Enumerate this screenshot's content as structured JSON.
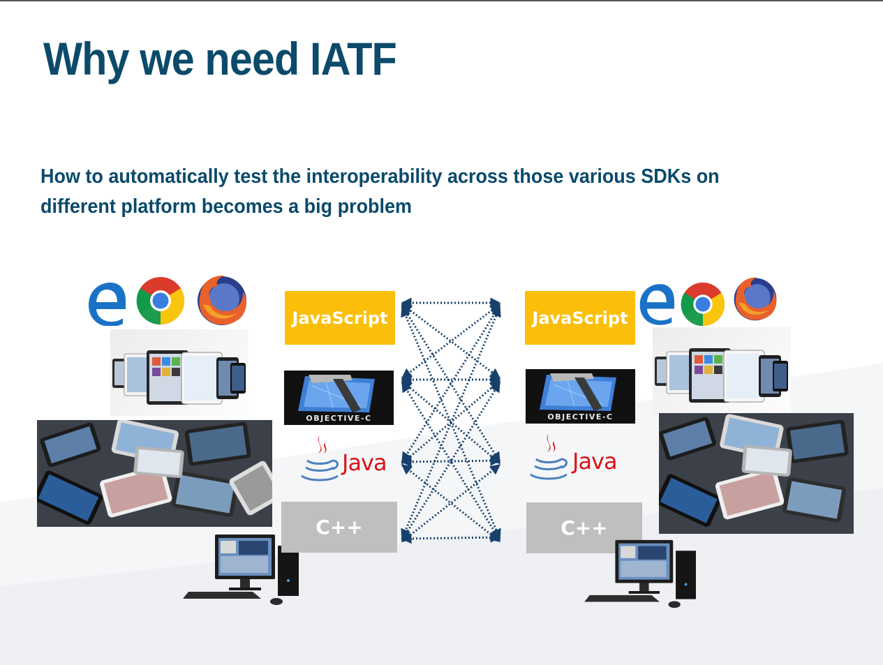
{
  "slide": {
    "title": "Why we need IATF",
    "subtitle": "How to automatically test the interoperability across those various SDKs on different platform becomes a big problem"
  },
  "languages": {
    "javascript": "JavaScript",
    "objective_c": "OBJECTIVE-C",
    "java": "Java",
    "cpp": "C++"
  },
  "colors": {
    "title": "#0b4a6b",
    "javascript_box": "#fbbf0b",
    "cpp_box": "#bfbfbf",
    "objc_box": "#101010",
    "java_red": "#d8141b",
    "java_blue": "#4a7fbf",
    "connector": "#17416b"
  },
  "icons": [
    "edge-browser-icon",
    "chrome-browser-icon",
    "firefox-browser-icon",
    "tablet-devices-image",
    "smartphones-pile-image",
    "desktop-computer-image",
    "java-cup-icon",
    "xcode-hammer-icon"
  ]
}
